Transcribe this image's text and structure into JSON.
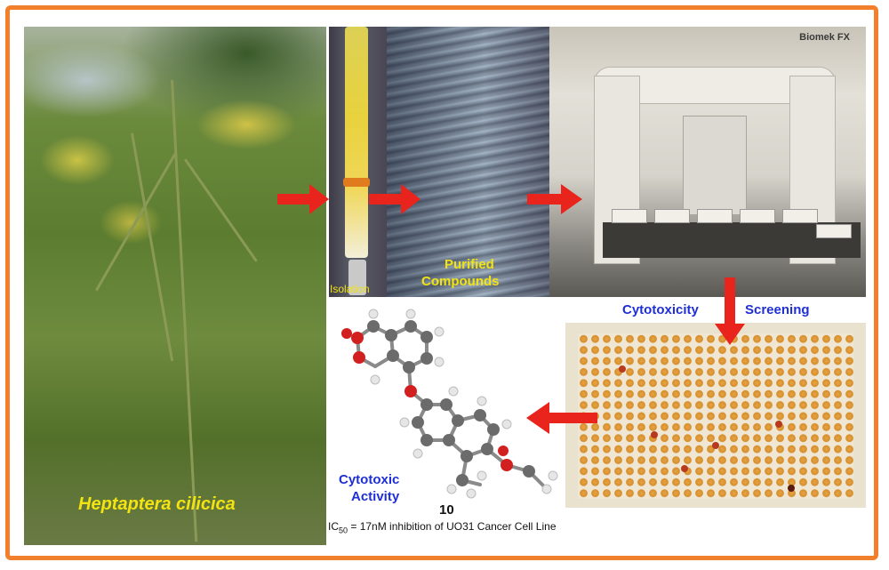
{
  "labels": {
    "species": "Heptaptera cilicica",
    "isolation": "Isolation",
    "purified_line1": "Purified",
    "purified_line2": "Compounds",
    "cytotoxicity": "Cytotoxicity",
    "screening": "Screening",
    "cytotoxic": "Cytotoxic",
    "activity": "Activity",
    "compound_number": "10",
    "ic_prefix": "IC",
    "ic_subscript": "50",
    "ic_text": "=  17nM inhibition of UO31 Cancer Cell Line",
    "instrument_brand": "Biomek FX"
  },
  "colors": {
    "frame": "#f27f2c",
    "arrow": "#e8241c",
    "label_yellow": "#f2e311",
    "label_blue": "#1f2fd6",
    "atom_carbon": "#6b6b6b",
    "atom_oxygen": "#d21f1f",
    "atom_hydrogen": "#e6e6e6"
  },
  "icons": [
    "right-arrow-icon",
    "down-arrow-icon",
    "left-arrow-icon",
    "molecule-structure-icon"
  ]
}
